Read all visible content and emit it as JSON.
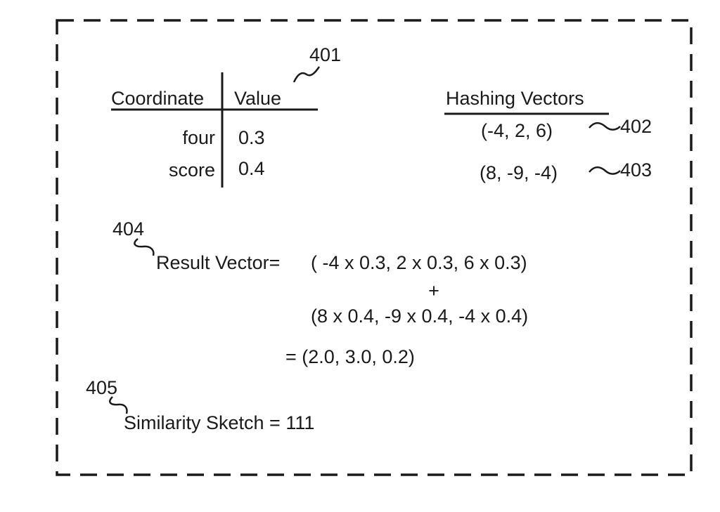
{
  "table": {
    "col_coordinate": "Coordinate",
    "col_value": "Value",
    "rows": [
      {
        "coordinate": "four",
        "value": "0.3"
      },
      {
        "coordinate": "score",
        "value": "0.4"
      }
    ]
  },
  "hashing": {
    "title": "Hashing Vectors",
    "vectors": [
      "(-4, 2, 6)",
      "(8, -9, -4)"
    ]
  },
  "result": {
    "label": "Result Vector=",
    "line1": "( -4 x 0.3, 2 x 0.3, 6 x 0.3)",
    "plus": "+",
    "line2": "(8 x 0.4, -9 x 0.4, -4 x 0.4)",
    "equals": "= (2.0, 3.0, 0.2)"
  },
  "sketch": {
    "text": "Similarity Sketch = 111"
  },
  "refs": {
    "table": "401",
    "vector1": "402",
    "vector2": "403",
    "result": "404",
    "sketch": "405"
  },
  "colors": {
    "ink": "#1a1a1a",
    "background": "#ffffff"
  }
}
